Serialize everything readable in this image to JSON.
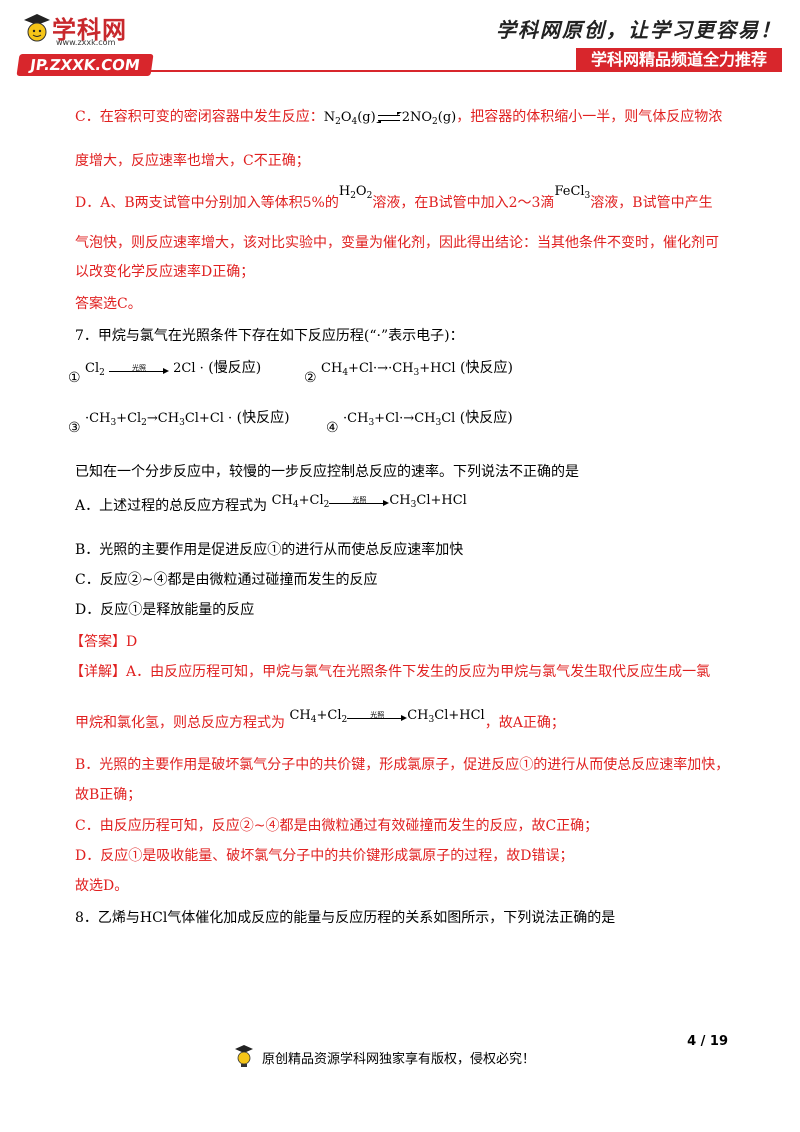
{
  "header": {
    "logo_text": "学科网",
    "logo_url": "www.zxxk.com",
    "logo_banner": "JP.ZXXK.COM",
    "slogan": "学科网原创，让学习更容易！",
    "recommend": "学科网精品频道全力推荐"
  },
  "content": {
    "c_line1_a": "C．在容积可变的密闭容器中发生反应：",
    "c_line1_b": "，把容器的体积缩小一半，则气体反应物浓",
    "c_line2": "度增大，反应速率也增大，C不正确；",
    "d_line1_a": "D．A、B两支试管中分别加入等体积5%的",
    "d_line1_b": "溶液，在B试管中加入2～3滴",
    "d_line1_c": "溶液，B试管中产生",
    "d_line2": "气泡快，则反应速率增大，该对比实验中，变量为催化剂，因此得出结论：当其他条件不变时，催化剂可",
    "d_line3": "以改变化学反应速率D正确；",
    "answer_c": "答案选C。",
    "q7_stem": "7．甲烷与氯气在光照条件下存在如下反应历程(“·”表示电子)：",
    "step1_num": "①",
    "step1_note": "(慢反应)",
    "step2_num": "②",
    "step2_note": "(快反应)",
    "step3_num": "③",
    "step3_note": "(快反应)",
    "step4_num": "④",
    "step4_note": "(快反应)",
    "arrow_label": "光照",
    "q7_premise": "已知在一个分步反应中，较慢的一步反应控制总反应的速率。下列说法不正确的是",
    "optA": "A．上述过程的总反应方程式为",
    "optB": "B．光照的主要作用是促进反应①的进行从而使总反应速率加快",
    "optC": "C．反应②~④都是由微粒通过碰撞而发生的反应",
    "optD": "D．反应①是释放能量的反应",
    "ans_label": "【答案】",
    "ans_value": "D",
    "exp_label": "【详解】",
    "expA_1": "A．由反应历程可知，甲烷与氯气在光照条件下发生的反应为甲烷与氯气发生取代反应生成一氯",
    "expA_2a": "甲烷和氯化氢，则总反应方程式为",
    "expA_2b": "，故A正确；",
    "expB_1": "B．光照的主要作用是破坏氯气分子中的共价键，形成氯原子，促进反应①的进行从而使总反应速率加快，",
    "expB_2": "故B正确；",
    "expC": "C．由反应历程可知，反应②~④都是由微粒通过有效碰撞而发生的反应，故C正确；",
    "expD": "D．反应①是吸收能量、破坏氯气分子中的共价键形成氯原子的过程，故D错误；",
    "conclusion": "故选D。",
    "q8_stem": "8．乙烯与HCl气体催化加成反应的能量与反应历程的关系如图所示，下列说法正确的是"
  },
  "footer": {
    "page": "4 / 19",
    "notice": "原创精品资源学科网独家享有版权，侵权必究！"
  }
}
